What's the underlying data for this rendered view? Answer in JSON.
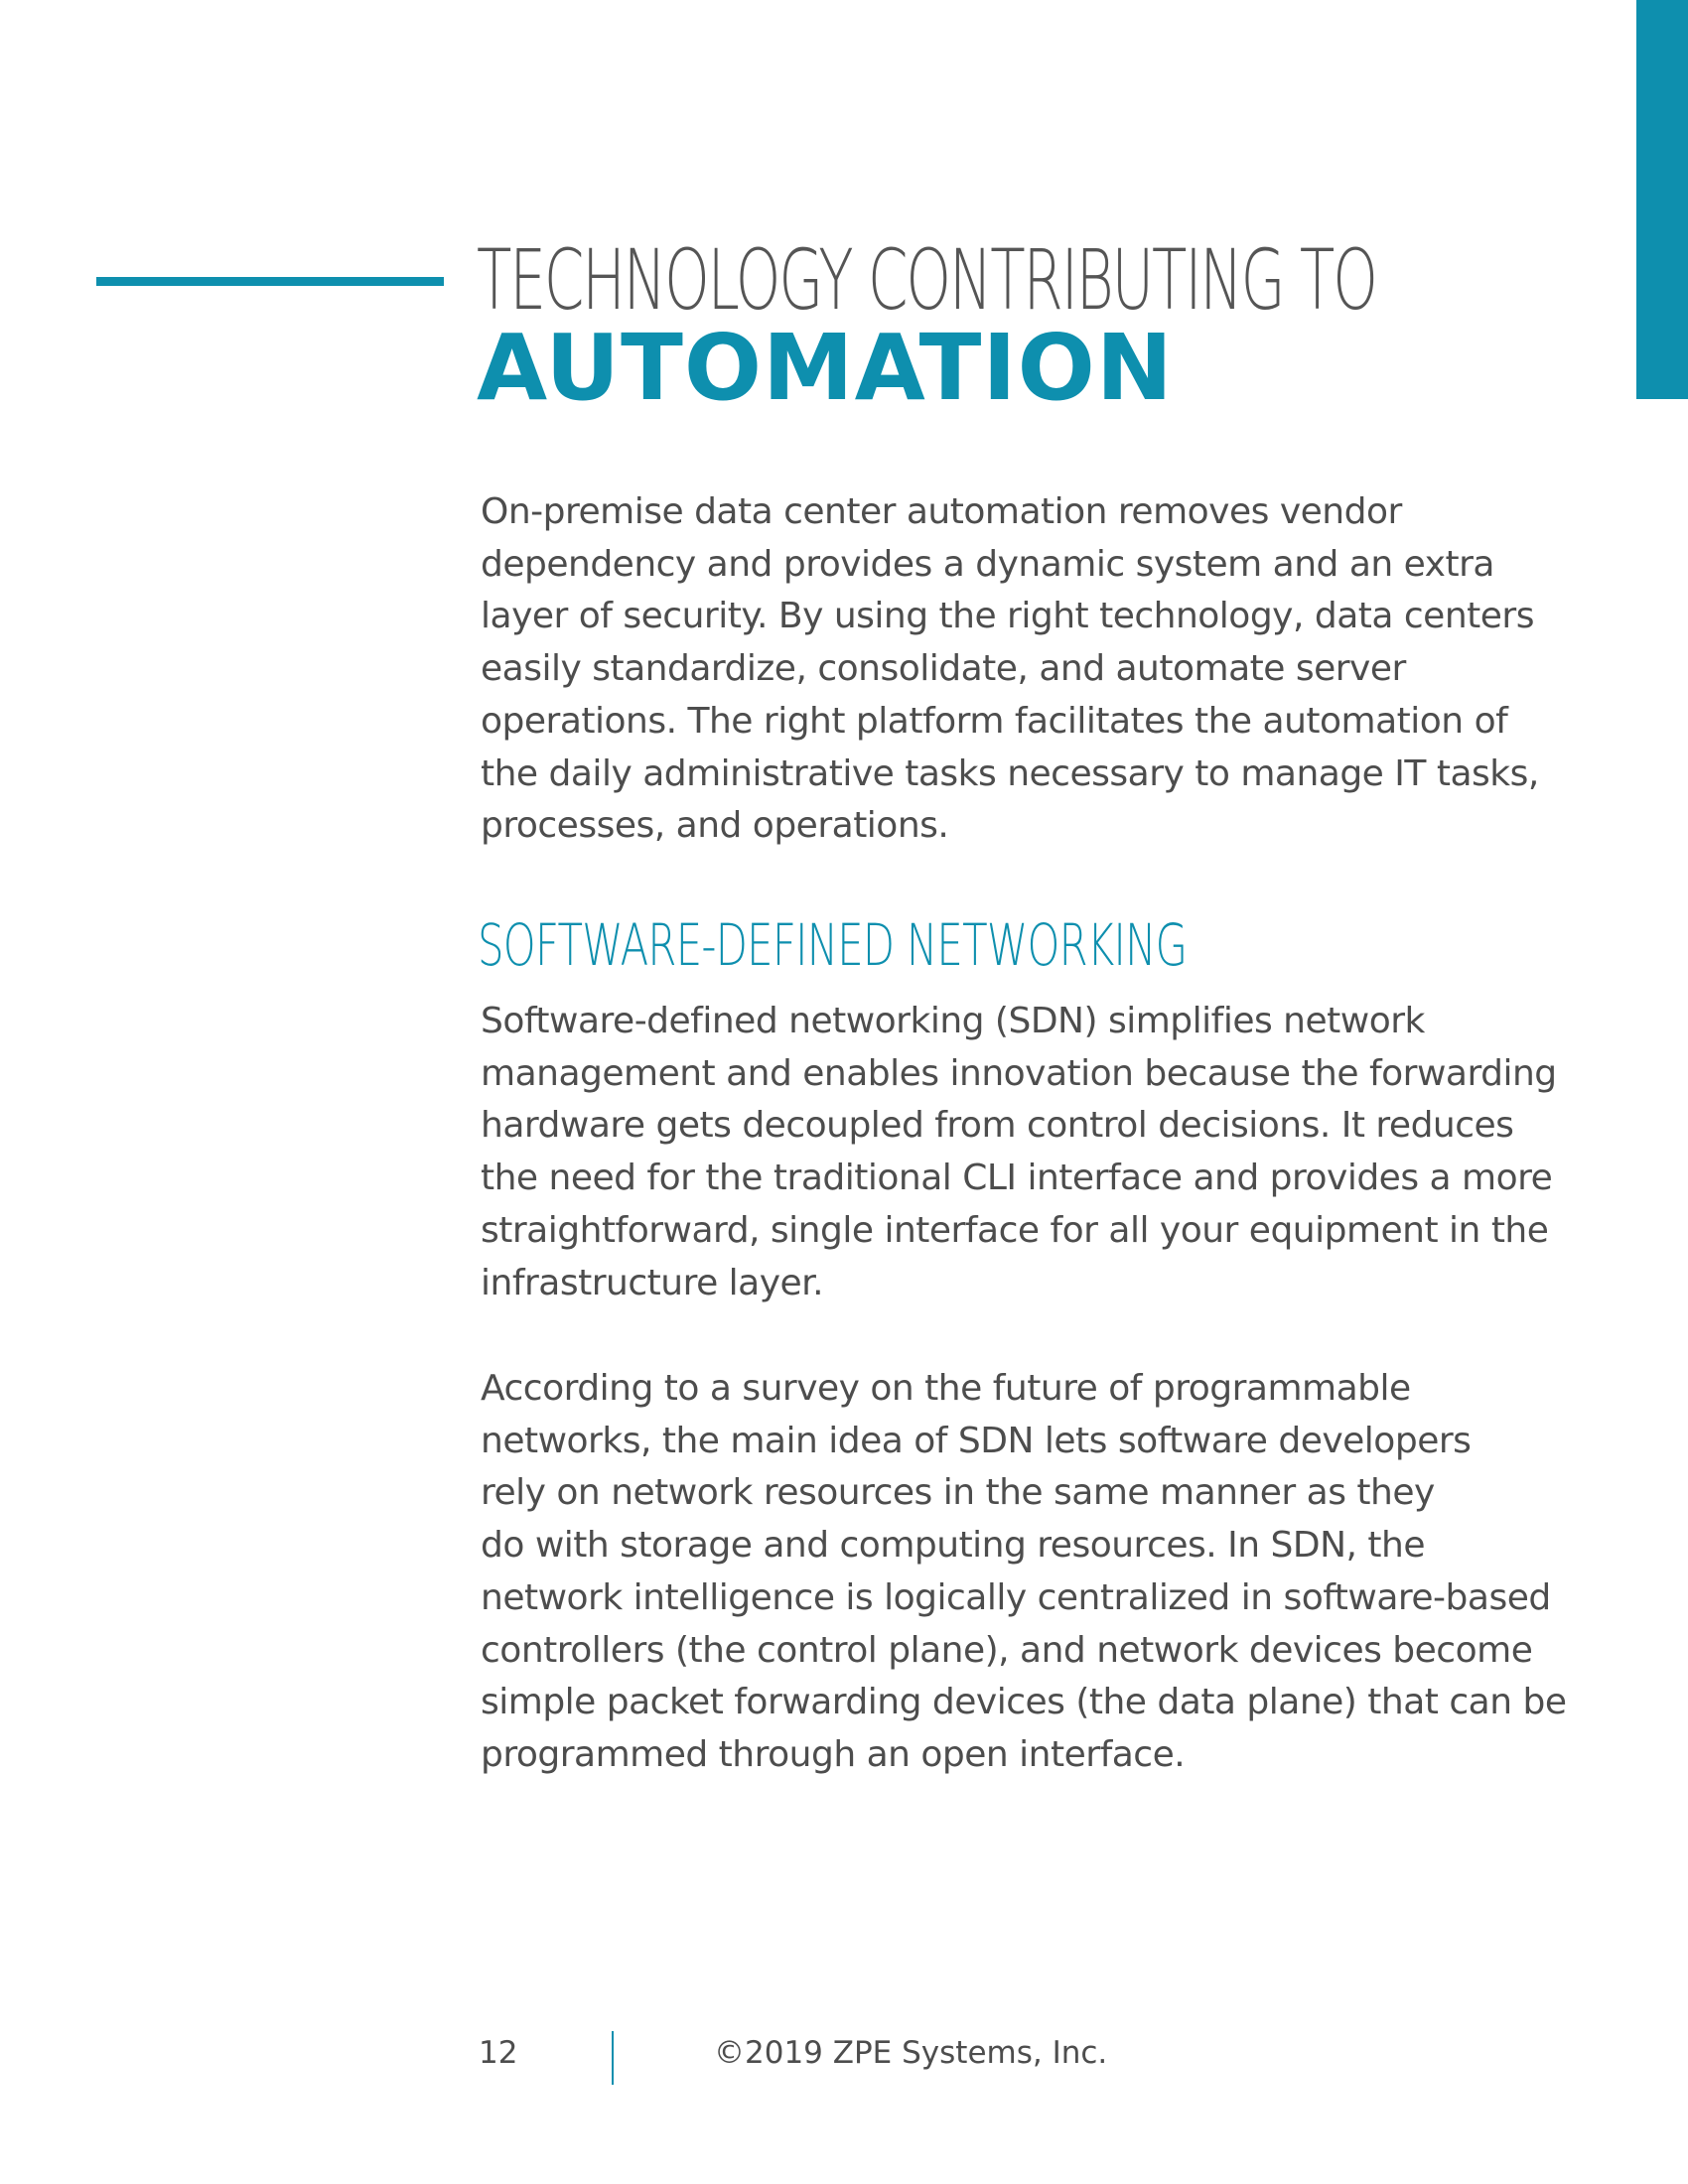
{
  "colors": {
    "accent": "#0e8fae",
    "body_text": "#4d4d4d",
    "title_gray": "#555555"
  },
  "title": {
    "line1": "TECHNOLOGY CONTRIBUTING TO",
    "line2": "AUTOMATION"
  },
  "intro": {
    "text": "On-premise data center automation removes vendor\ndependency and provides a dynamic system and an extra\nlayer of security. By using the right technology, data centers\neasily standardize, consolidate, and automate server\noperations. The right platform facilitates the automation of\nthe daily administrative tasks necessary to manage IT tasks,\nprocesses, and operations."
  },
  "section": {
    "heading": "SOFTWARE-DEFINED NETWORKING",
    "paragraph1": "Software-defined networking (SDN) simplifies network\nmanagement and enables innovation because the forwarding\nhardware gets decoupled from control decisions. It reduces\nthe need for the traditional CLI interface and provides a more\nstraightforward, single interface for all your equipment in the\ninfrastructure layer.",
    "paragraph2": "According to a survey on the future of programmable\nnetworks, the main idea of SDN lets software developers\nrely on network resources in the same manner as they\ndo with storage and computing resources. In SDN, the\nnetwork intelligence is logically centralized in software-based\ncontrollers (the control plane), and network devices become\nsimple packet forwarding devices (the data plane) that can be\nprogrammed through an open interface."
  },
  "footer": {
    "page_number": "12",
    "copyright": "©2019 ZPE Systems, Inc."
  }
}
